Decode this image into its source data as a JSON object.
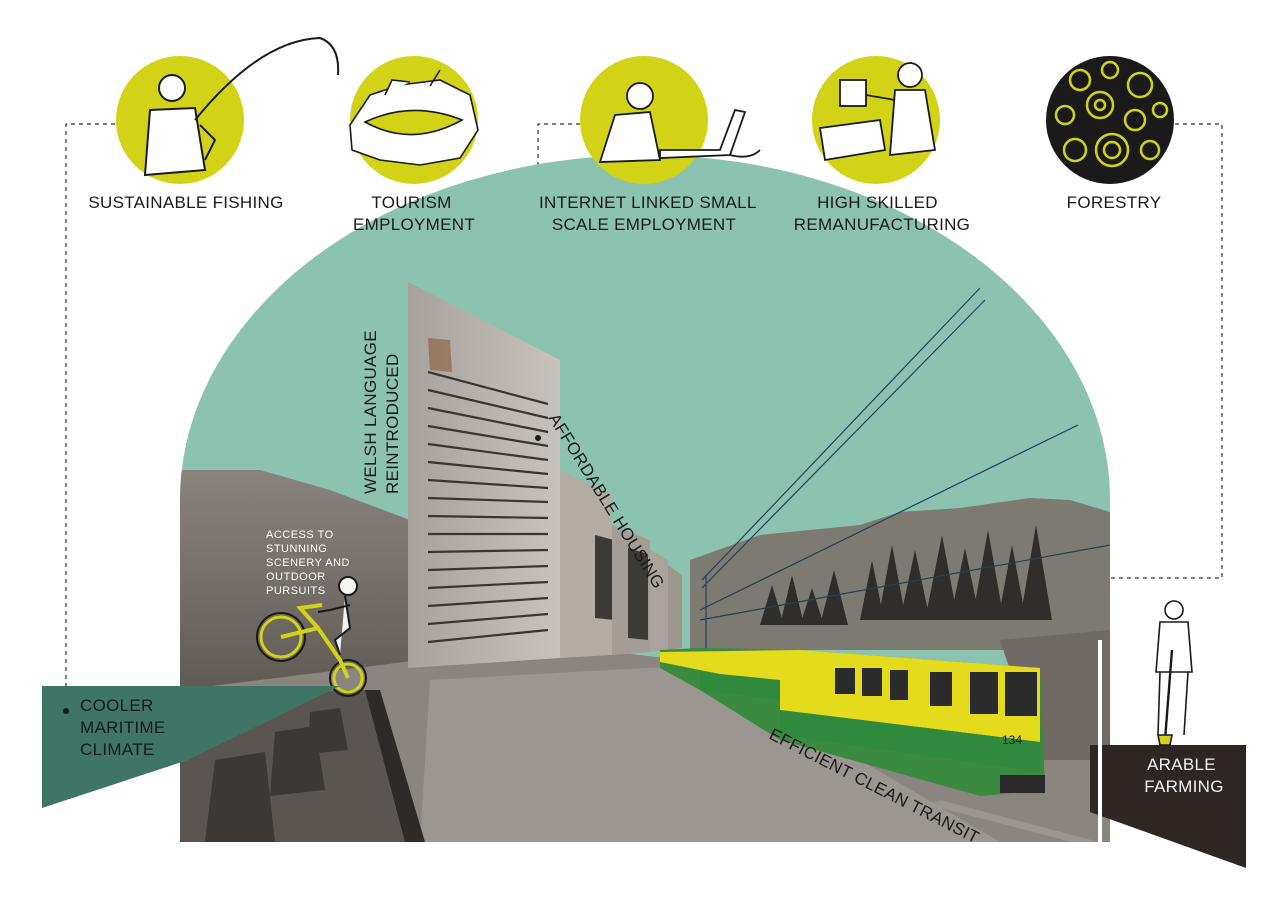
{
  "top_icons": [
    {
      "icon": "fishing-icon",
      "lines": [
        "SUSTAINABLE FISHING"
      ]
    },
    {
      "icon": "tourism-icon",
      "lines": [
        "TOURISM",
        "EMPLOYMENT"
      ]
    },
    {
      "icon": "laptop-worker-icon",
      "lines": [
        "INTERNET LINKED SMALL",
        "SCALE EMPLOYMENT"
      ]
    },
    {
      "icon": "remanufacturing-icon",
      "lines": [
        "HIGH SKILLED",
        "REMANUFACTURING"
      ]
    },
    {
      "icon": "forestry-icon",
      "lines": [
        "FORESTRY"
      ]
    }
  ],
  "labels": {
    "welsh_language": [
      "WELSH LANGUAGE",
      "REINTRODUCED"
    ],
    "affordable_housing": "AFFORDABLE HOUSING",
    "outdoor": [
      "ACCESS TO",
      "STUNNING",
      "SCENERY AND",
      "OUTDOOR",
      "PURSUITS"
    ],
    "climate": [
      "COOLER",
      "MARITIME",
      "CLIMATE"
    ],
    "transit": "EFFICIENT CLEAN TRANSIT",
    "farming": [
      "ARABLE",
      "FARMING"
    ],
    "train_number": "134"
  },
  "colors": {
    "dome": "#8cc3b0",
    "icon_circle": "#d2d316",
    "climate_panel": "#3f7565",
    "farming_panel": "#2e2623",
    "ground": "#8b857f",
    "train_yellow": "#e3db1c",
    "train_green": "#2f8a3d"
  }
}
